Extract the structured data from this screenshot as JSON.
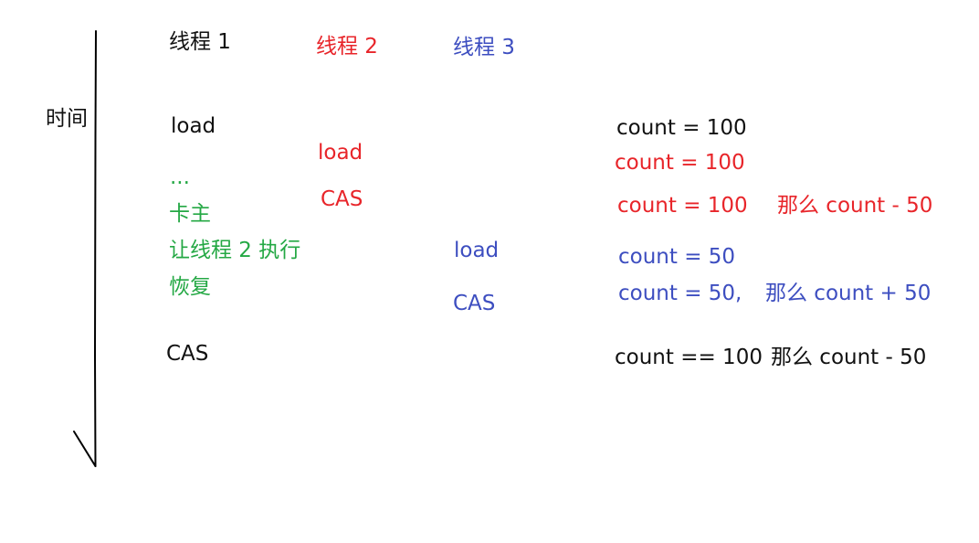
{
  "colors": {
    "thread1": "#111111",
    "thread2": "#e8252a",
    "thread3": "#3d4ec0",
    "note": "#24a844",
    "axis": "#000000"
  },
  "time_axis": {
    "label": "时间"
  },
  "threads": {
    "t1": "线程 1",
    "t2": "线程 2",
    "t3": "线程 3"
  },
  "steps": {
    "t1_load": "load",
    "t1_ellipsis": "...",
    "t1_stuck": "卡主",
    "t1_let_t2": "让线程 2 执行",
    "t1_resume": "恢复",
    "t1_cas": "CAS",
    "t2_load": "load",
    "t2_cas": "CAS",
    "t3_load": "load",
    "t3_cas": "CAS"
  },
  "states": {
    "s1": "count = 100",
    "s2": "count = 100",
    "s3": "count = 100",
    "s3_note": "那么 count - 50",
    "s4": "count = 50",
    "s5": "count = 50,",
    "s5_note": "那么 count + 50",
    "s6": "count == 100",
    "s6_note": "那么 count - 50"
  }
}
